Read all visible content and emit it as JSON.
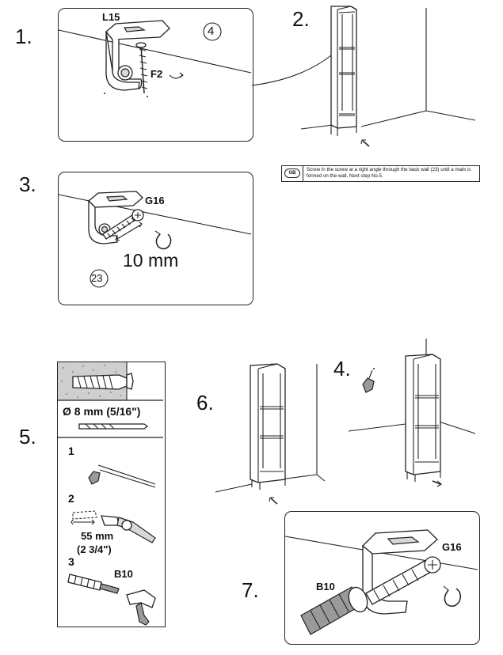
{
  "steps": {
    "s1": "1.",
    "s2": "2.",
    "s3": "3.",
    "s4": "4.",
    "s5": "5.",
    "s6": "6.",
    "s7": "7."
  },
  "step1": {
    "bracket_label": "L15",
    "screw_label": "F2",
    "callout": "4"
  },
  "step3": {
    "screw_label": "G16",
    "distance": "10 mm",
    "callout": "23"
  },
  "note": {
    "flag": "GB",
    "text": "Screw in the screw at a right angle through the back wall (23) until a mark is formed on the wall. Next step No.5."
  },
  "step5": {
    "drill_size": "Ø 8 mm (5/16\")",
    "sub1": "1",
    "sub2": "2",
    "sub3": "3",
    "depth_mm": "55 mm",
    "depth_in": "(2 3/4\")",
    "plug_label": "B10"
  },
  "step7": {
    "plug_label": "B10",
    "screw_label": "G16"
  },
  "colors": {
    "line": "#222222",
    "panel_bg": "#ffffff",
    "wall_texture": "#c8c8c8"
  }
}
